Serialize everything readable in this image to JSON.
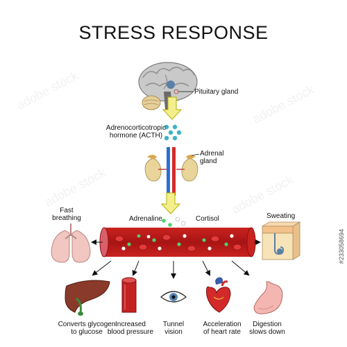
{
  "title": "STRESS RESPONSE",
  "labels": {
    "pituitary": "Pituitary gland",
    "acth_line1": "Adrenocorticotropic",
    "acth_line2": "hormone (ACTH)",
    "adrenal_line1": "Adrenal",
    "adrenal_line2": "gland",
    "adrenaline": "Adrenaline",
    "cortisol": "Cortisol",
    "fast_breathing_line1": "Fast",
    "fast_breathing_line2": "breathing",
    "sweating": "Sweating"
  },
  "effects": [
    {
      "line1": "Converts glycogen",
      "line2": "to glucose",
      "icon": "liver"
    },
    {
      "line1": "Increased",
      "line2": "blood pressure",
      "icon": "artery"
    },
    {
      "line1": "Tunnel",
      "line2": "vision",
      "icon": "eye"
    },
    {
      "line1": "Acceleration",
      "line2": "of heart rate",
      "icon": "heart"
    },
    {
      "line1": "Digestion",
      "line2": "slows down",
      "icon": "stomach"
    }
  ],
  "watermark": "adobe stock",
  "stock_id": "#233058694",
  "colors": {
    "arrow_fill": "#f4ef8c",
    "arrow_stroke": "#b5b000",
    "blood": "#b81d1d",
    "acth_dots": "#3cb3c2",
    "adrenaline_dots": "#4ed36a"
  }
}
